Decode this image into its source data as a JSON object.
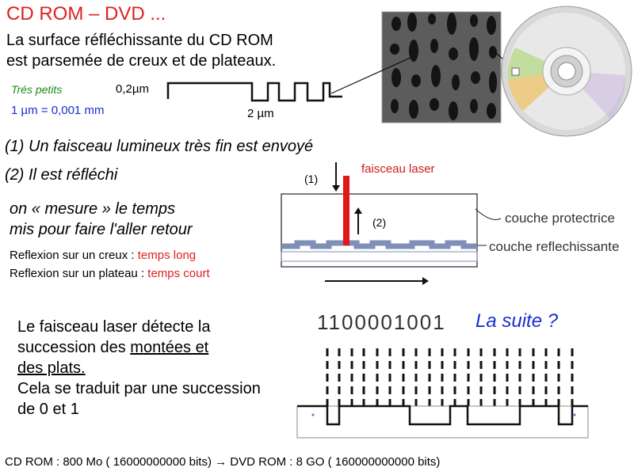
{
  "title": "CD ROM – DVD ...",
  "intro": {
    "line1": "La surface réfléchissante du CD ROM",
    "line2": "est parsemée de creux et de plateaux."
  },
  "scale": {
    "tres_petits": "Trés petits",
    "conversion": "1 µm = 0,001 mm",
    "height_label": "0,2µm",
    "width_label": "2 µm"
  },
  "steps": {
    "step1": "(1) Un faisceau lumineux très fin est envoyé",
    "step2": "(2) Il est réfléchi"
  },
  "mesure": {
    "line1": "on « mesure » le temps",
    "line2": "mis pour faire l'aller retour"
  },
  "reflexion": {
    "creux_prefix": "Reflexion sur un creux : ",
    "creux_value": "temps long",
    "plateau_prefix": "Reflexion sur un plateau : ",
    "plateau_value": "temps court"
  },
  "diagram": {
    "laser_label": "faisceau laser",
    "arrow1_label": "(1)",
    "arrow2_label": "(2)",
    "couche_protectrice": "couche protectrice",
    "couche_reflechissante": "couche reflechissante",
    "laser_color": "#e01818",
    "layer_color": "#7f8fb8"
  },
  "detect": {
    "part1": "Le faisceau laser détecte la succession des ",
    "underline1": "montées et",
    "underline2": "des plats.",
    "part2": "Cela se traduit par une succession de 0 et 1"
  },
  "binary": {
    "bits": "1100001001",
    "suite": "La suite ?"
  },
  "footer": "CD ROM : 800 Mo ( 16000000000 bits) → DVD ROM : 8 GO ( 160000000000 bits)"
}
